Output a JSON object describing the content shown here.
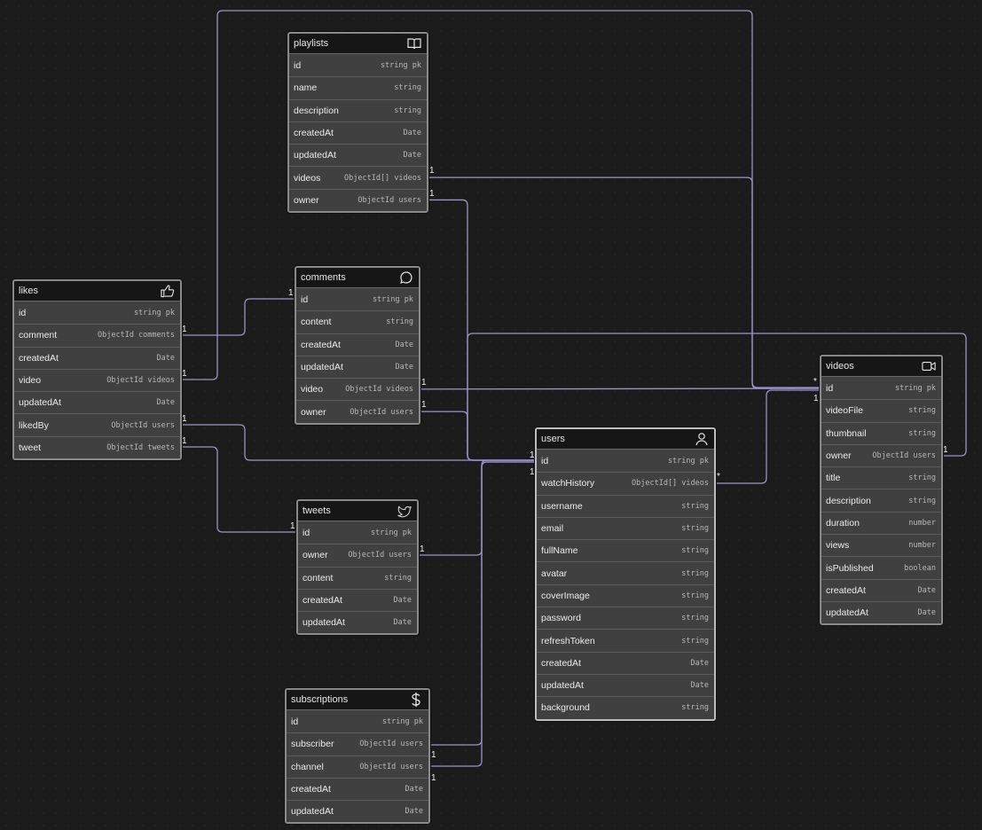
{
  "diagram": {
    "entities": {
      "playlists": {
        "name": "playlists",
        "icon": "book-icon",
        "fields": [
          {
            "name": "id",
            "type": "string pk"
          },
          {
            "name": "name",
            "type": "string"
          },
          {
            "name": "description",
            "type": "string"
          },
          {
            "name": "createdAt",
            "type": "Date"
          },
          {
            "name": "updatedAt",
            "type": "Date"
          },
          {
            "name": "videos",
            "type": "ObjectId[] videos"
          },
          {
            "name": "owner",
            "type": "ObjectId users"
          }
        ]
      },
      "comments": {
        "name": "comments",
        "icon": "chat-bubble-icon",
        "fields": [
          {
            "name": "id",
            "type": "string pk"
          },
          {
            "name": "content",
            "type": "string"
          },
          {
            "name": "createdAt",
            "type": "Date"
          },
          {
            "name": "updatedAt",
            "type": "Date"
          },
          {
            "name": "video",
            "type": "ObjectId videos"
          },
          {
            "name": "owner",
            "type": "ObjectId users"
          }
        ]
      },
      "likes": {
        "name": "likes",
        "icon": "thumbs-up-icon",
        "fields": [
          {
            "name": "id",
            "type": "string pk"
          },
          {
            "name": "comment",
            "type": "ObjectId comments"
          },
          {
            "name": "createdAt",
            "type": "Date"
          },
          {
            "name": "video",
            "type": "ObjectId videos"
          },
          {
            "name": "updatedAt",
            "type": "Date"
          },
          {
            "name": "likedBy",
            "type": "ObjectId users"
          },
          {
            "name": "tweet",
            "type": "ObjectId tweets"
          }
        ]
      },
      "tweets": {
        "name": "tweets",
        "icon": "bird-icon",
        "fields": [
          {
            "name": "id",
            "type": "string pk"
          },
          {
            "name": "owner",
            "type": "ObjectId users"
          },
          {
            "name": "content",
            "type": "string"
          },
          {
            "name": "createdAt",
            "type": "Date"
          },
          {
            "name": "updatedAt",
            "type": "Date"
          }
        ]
      },
      "subscriptions": {
        "name": "subscriptions",
        "icon": "dollar-icon",
        "fields": [
          {
            "name": "id",
            "type": "string pk"
          },
          {
            "name": "subscriber",
            "type": "ObjectId users"
          },
          {
            "name": "channel",
            "type": "ObjectId users"
          },
          {
            "name": "createdAt",
            "type": "Date"
          },
          {
            "name": "updatedAt",
            "type": "Date"
          }
        ]
      },
      "users": {
        "name": "users",
        "icon": "user-icon",
        "fields": [
          {
            "name": "id",
            "type": "string pk"
          },
          {
            "name": "watchHistory",
            "type": "ObjectId[] videos"
          },
          {
            "name": "username",
            "type": "string"
          },
          {
            "name": "email",
            "type": "string"
          },
          {
            "name": "fullName",
            "type": "string"
          },
          {
            "name": "avatar",
            "type": "string"
          },
          {
            "name": "coverImage",
            "type": "string"
          },
          {
            "name": "password",
            "type": "string"
          },
          {
            "name": "refreshToken",
            "type": "string"
          },
          {
            "name": "createdAt",
            "type": "Date"
          },
          {
            "name": "updatedAt",
            "type": "Date"
          },
          {
            "name": "background",
            "type": "string"
          }
        ]
      },
      "videos": {
        "name": "videos",
        "icon": "video-camera-icon",
        "fields": [
          {
            "name": "id",
            "type": "string pk"
          },
          {
            "name": "videoFile",
            "type": "string"
          },
          {
            "name": "thumbnail",
            "type": "string"
          },
          {
            "name": "owner",
            "type": "ObjectId users"
          },
          {
            "name": "title",
            "type": "string"
          },
          {
            "name": "description",
            "type": "string"
          },
          {
            "name": "duration",
            "type": "number"
          },
          {
            "name": "views",
            "type": "number"
          },
          {
            "name": "isPublished",
            "type": "boolean"
          },
          {
            "name": "createdAt",
            "type": "Date"
          },
          {
            "name": "updatedAt",
            "type": "Date"
          }
        ]
      }
    },
    "relationships": [
      {
        "from": "playlists.videos",
        "to": "videos.id",
        "labels": [
          "1",
          "*"
        ]
      },
      {
        "from": "playlists.owner",
        "to": "users.id",
        "labels": [
          "1",
          "1"
        ]
      },
      {
        "from": "comments.video",
        "to": "videos.id",
        "labels": [
          "1",
          "1"
        ]
      },
      {
        "from": "comments.owner",
        "to": "users.id",
        "labels": [
          "1",
          "1"
        ]
      },
      {
        "from": "likes.comment",
        "to": "comments.id",
        "labels": [
          "1",
          "1"
        ]
      },
      {
        "from": "likes.video",
        "to": "videos.id",
        "labels": [
          "1",
          "1"
        ]
      },
      {
        "from": "likes.likedBy",
        "to": "users.id",
        "labels": [
          "1",
          "1"
        ]
      },
      {
        "from": "likes.tweet",
        "to": "tweets.id",
        "labels": [
          "1",
          "1"
        ]
      },
      {
        "from": "tweets.owner",
        "to": "users.id",
        "labels": [
          "1",
          "1"
        ]
      },
      {
        "from": "subscriptions.subscriber",
        "to": "users.id",
        "labels": [
          "1",
          "1"
        ]
      },
      {
        "from": "subscriptions.channel",
        "to": "users.id",
        "labels": [
          "1",
          "1"
        ]
      },
      {
        "from": "users.watchHistory",
        "to": "videos.id",
        "labels": [
          "*",
          "1"
        ]
      },
      {
        "from": "videos.owner",
        "to": "users.id",
        "labels": [
          "1",
          "1"
        ]
      }
    ],
    "colors": {
      "edge": "#9c93c9",
      "background": "#1b1b1b",
      "header": "#161616",
      "row": "#404040"
    }
  }
}
